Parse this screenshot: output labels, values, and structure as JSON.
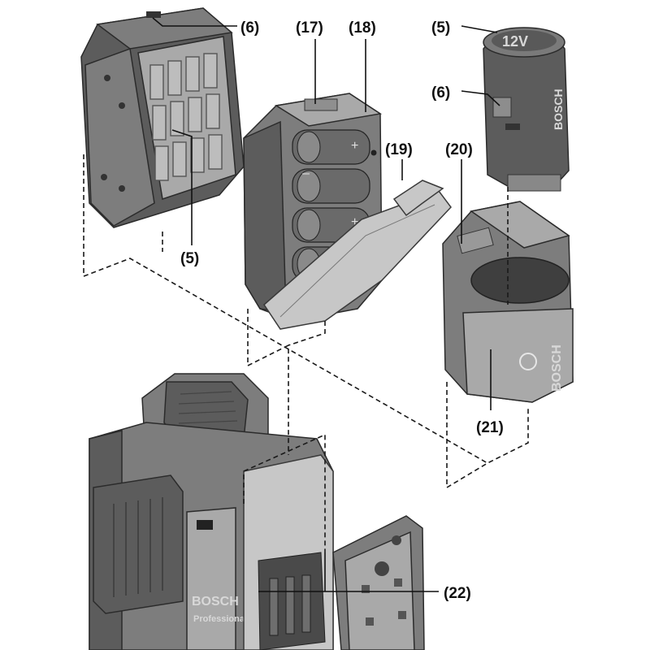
{
  "callouts": {
    "c6_top": "(6)",
    "c17": "(17)",
    "c18": "(18)",
    "c5_top": "(5)",
    "c6_mid": "(6)",
    "c19": "(19)",
    "c20": "(20)",
    "c5_left": "(5)",
    "c21": "(21)",
    "c22": "(22)"
  },
  "markings": {
    "battery_voltage": "12V",
    "brand": "BOSCH",
    "adapter_brand": "BOSCH",
    "device_brand": "BOSCH",
    "device_line": "Professional",
    "plus_sign": "+",
    "minus_sign": "–"
  },
  "colors": {
    "housing_dark": "#5c5c5c",
    "housing_mid": "#7d7d7d",
    "housing_light": "#a9a9a9",
    "housing_pale": "#c7c7c7",
    "line": "#111111"
  }
}
